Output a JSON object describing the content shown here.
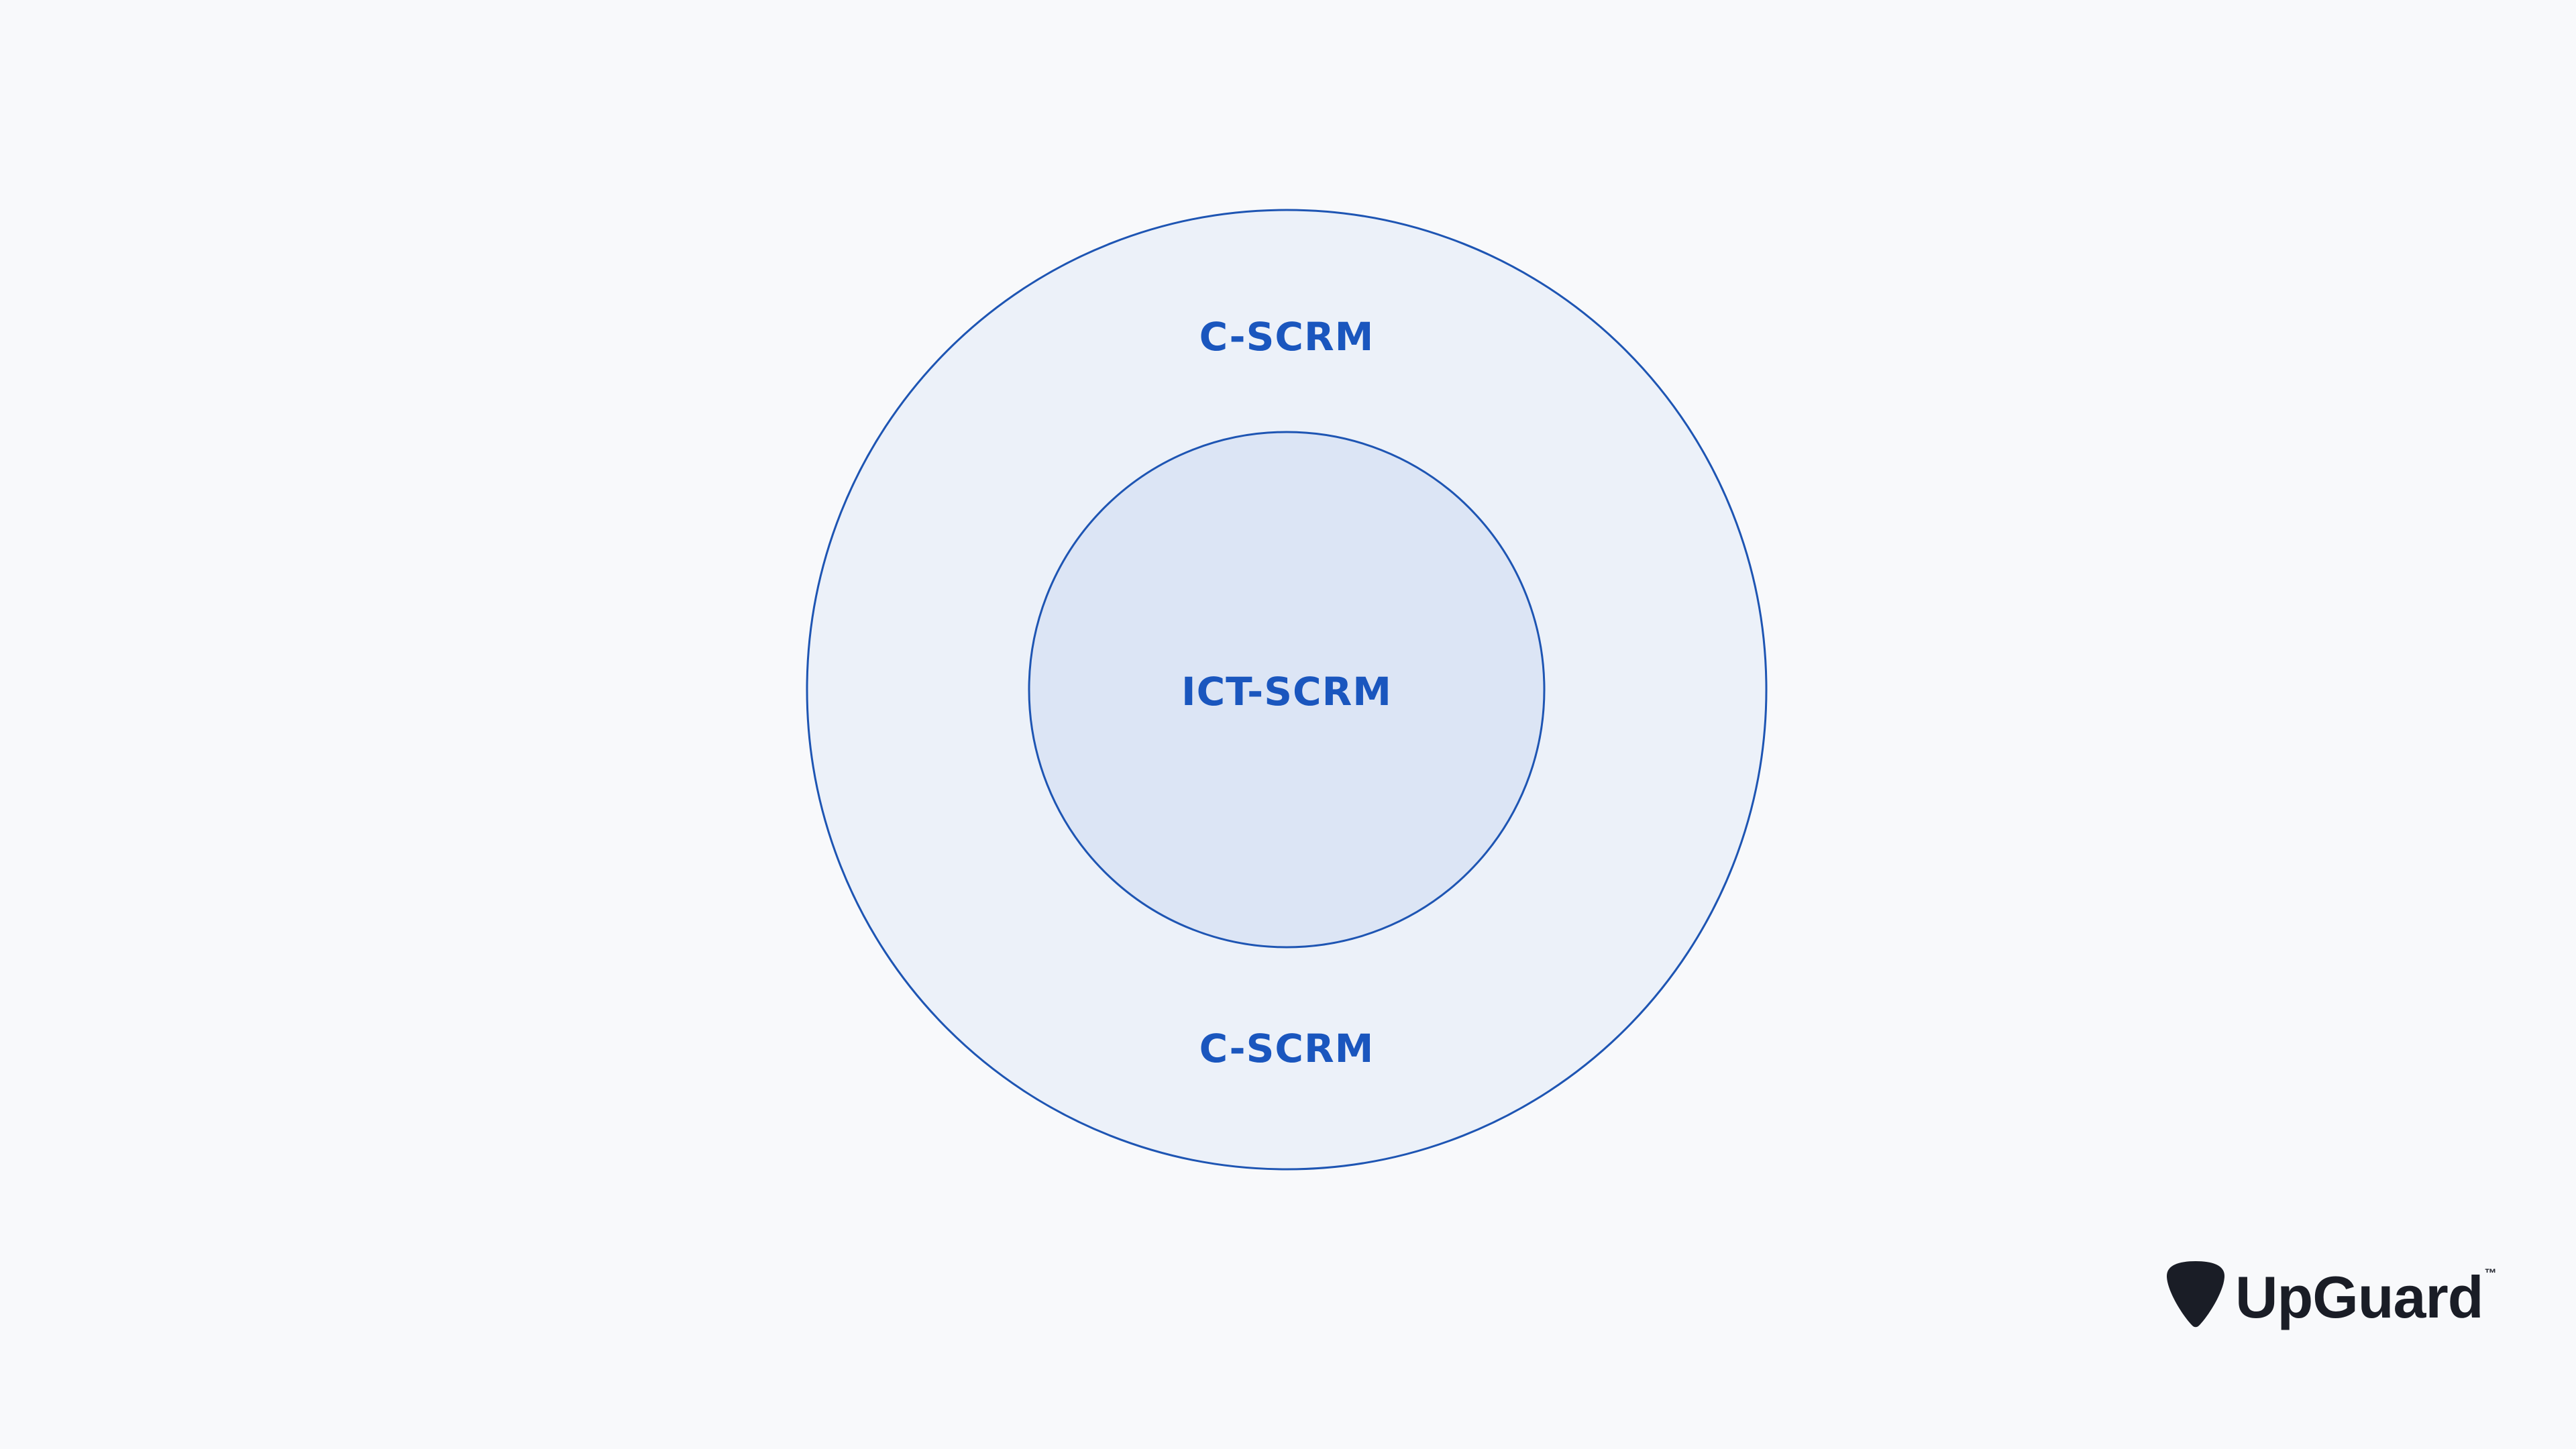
{
  "diagram": {
    "outer_label_top": "C-SCRM",
    "inner_label": "ICT-SCRM",
    "outer_label_bottom": "C-SCRM"
  },
  "brand": {
    "wordmark": "UpGuard",
    "trademark": "™",
    "icon": "guitar-pick-icon"
  },
  "colors": {
    "background": "#f8f9fb",
    "outer_fill": "#ecf1f9",
    "inner_fill": "#dce5f5",
    "stroke": "#1e55b3",
    "label": "#1a56be",
    "logo": "#1a1d26"
  }
}
